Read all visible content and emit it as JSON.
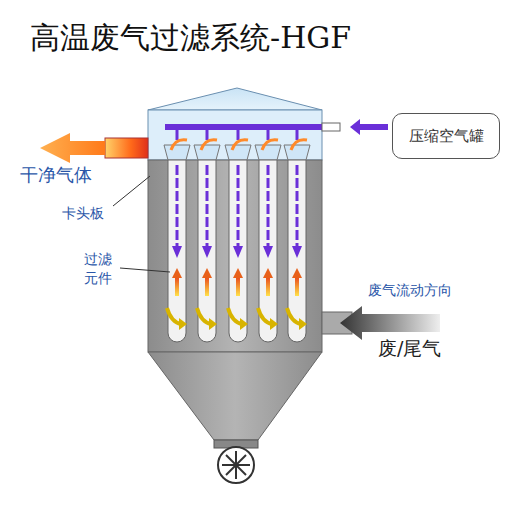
{
  "diagram": {
    "title": "高温废气过滤系统-HGF",
    "nodes": [
      {
        "text": [
          "压缩空气罐"
        ]
      }
    ],
    "labels": [
      "干净气体",
      "卡头板",
      "过滤 元件",
      "废气流动方向",
      "废/尾气"
    ]
  }
}
